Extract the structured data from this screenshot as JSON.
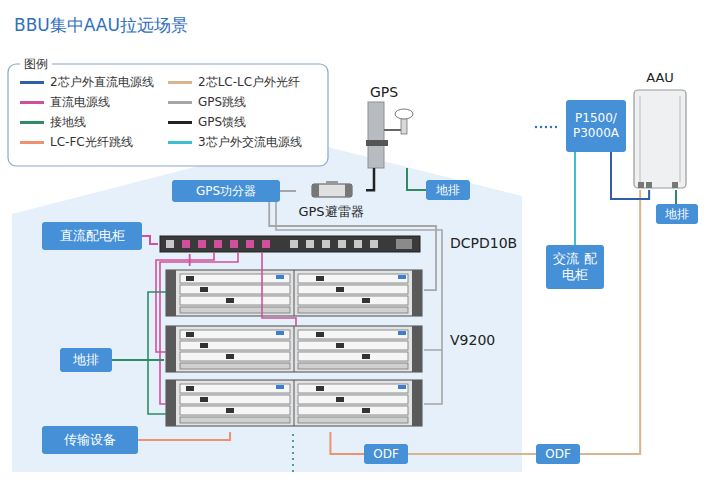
{
  "diagram": {
    "title": "BBU集中AAU拉远场景",
    "nodes": [
      {
        "text": [
          "GPS"
        ]
      },
      {
        "text": [
          "地排"
        ]
      },
      {
        "text": [
          "GPS功分器"
        ]
      },
      {
        "text": [
          "GPS避雷器"
        ]
      },
      {
        "text": [
          "直流配电柜"
        ]
      },
      {
        "text": [
          "DCPD10B"
        ]
      },
      {
        "text": [
          "V9200"
        ]
      },
      {
        "text": [
          "地排"
        ]
      },
      {
        "text": [
          "传输设备"
        ]
      },
      {
        "text": [
          "ODF"
        ]
      },
      {
        "text": [
          "ODF"
        ]
      },
      {
        "text": [
          "P1500/ P3000A"
        ]
      },
      {
        "text": [
          "交流 配电柜"
        ]
      },
      {
        "text": [
          "AAU"
        ]
      },
      {
        "text": [
          "地排"
        ]
      }
    ],
    "edges": [
      {
        "from": 2,
        "to": 3,
        "arrow": "none"
      },
      {
        "from": 3,
        "to": 0,
        "arrow": "none"
      },
      {
        "from": 0,
        "to": 1,
        "arrow": "none"
      },
      {
        "from": 2,
        "to": 6,
        "arrow": "none"
      },
      {
        "from": 4,
        "to": 5,
        "arrow": "none"
      },
      {
        "from": 5,
        "to": 6,
        "arrow": "none"
      },
      {
        "from": 7,
        "to": 6,
        "arrow": "none"
      },
      {
        "from": 8,
        "to": 6,
        "arrow": "none"
      },
      {
        "from": 6,
        "to": 9,
        "arrow": "none"
      },
      {
        "from": 9,
        "to": 10,
        "arrow": "none"
      },
      {
        "from": 10,
        "to": 13,
        "arrow": "none"
      },
      {
        "from": 11,
        "to": 13,
        "arrow": "none"
      },
      {
        "from": 12,
        "to": 11,
        "arrow": "none"
      },
      {
        "from": 13,
        "to": 14,
        "arrow": "none"
      }
    ],
    "labels": [
      "图例"
    ],
    "legend": [
      {
        "text": "2芯户外直流电源线",
        "color": "#2f5fa8"
      },
      {
        "text": "直流电源线",
        "color": "#d0509c"
      },
      {
        "text": "接地线",
        "color": "#2e8b64"
      },
      {
        "text": "LC-FC光纤跳线",
        "color": "#f0906f"
      },
      {
        "text": "2芯LC-LC户外光纤",
        "color": "#d8b58c"
      },
      {
        "text": "GPS跳线",
        "color": "#a6a6a6"
      },
      {
        "text": "GPS馈线",
        "color": "#222222"
      },
      {
        "text": "3芯户外交流电源线",
        "color": "#3dbfd0"
      }
    ]
  }
}
